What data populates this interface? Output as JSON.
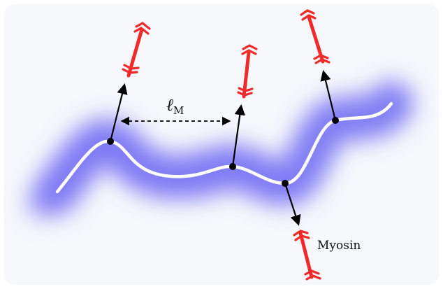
{
  "labels": {
    "spacing_main": "ℓ",
    "spacing_sub": "M",
    "myosin": "Myosin"
  },
  "colors": {
    "background": "#f7f8fc",
    "glow": "#5a55f0",
    "filament": "#ffffff",
    "myosin": "#ee2a2a",
    "node": "#000000"
  }
}
